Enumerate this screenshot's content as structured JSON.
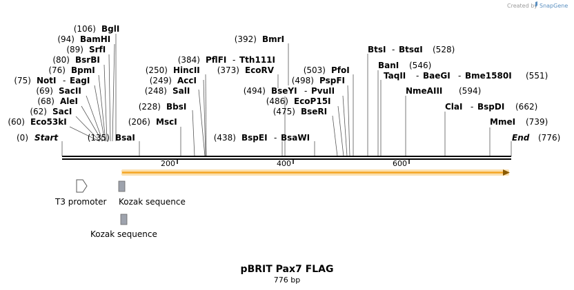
{
  "brand": {
    "created_by": "Created by",
    "name": "SnapGene"
  },
  "title": "pBRIT Pax7 FLAG",
  "subtitle": "776 bp",
  "sequence": {
    "start_label": "Start",
    "start_pos": "(0)",
    "end_label": "End",
    "end_pos": "(776)"
  },
  "ruler": [
    "200",
    "400",
    "600"
  ],
  "sites": [
    {
      "pos": "(106)",
      "names": [
        "BglI"
      ]
    },
    {
      "pos": "(94)",
      "names": [
        "BamHI"
      ]
    },
    {
      "pos": "(89)",
      "names": [
        "SrfI"
      ]
    },
    {
      "pos": "(80)",
      "names": [
        "BsrBI"
      ]
    },
    {
      "pos": "(76)",
      "names": [
        "BpmI"
      ]
    },
    {
      "pos": "(75)",
      "names": [
        "NotI",
        "EagI"
      ]
    },
    {
      "pos": "(69)",
      "names": [
        "SacII"
      ]
    },
    {
      "pos": "(68)",
      "names": [
        "AleI"
      ]
    },
    {
      "pos": "(62)",
      "names": [
        "SacI"
      ]
    },
    {
      "pos": "(60)",
      "names": [
        "Eco53kI"
      ]
    },
    {
      "pos": "(135)",
      "names": [
        "BsaI"
      ]
    },
    {
      "pos": "(384)",
      "names": [
        "PflFI",
        "Tth111I"
      ]
    },
    {
      "pos": "(250)",
      "names": [
        "HincII"
      ]
    },
    {
      "pos": "(249)",
      "names": [
        "AccI"
      ]
    },
    {
      "pos": "(248)",
      "names": [
        "SalI"
      ]
    },
    {
      "pos": "(228)",
      "names": [
        "BbsI"
      ]
    },
    {
      "pos": "(206)",
      "names": [
        "MscI"
      ]
    },
    {
      "pos": "(392)",
      "names": [
        "BmrI"
      ]
    },
    {
      "pos": "(373)",
      "names": [
        "EcoRV"
      ]
    },
    {
      "pos": "(503)",
      "names": [
        "PfoI"
      ]
    },
    {
      "pos": "(498)",
      "names": [
        "PspFI"
      ]
    },
    {
      "pos": "(494)",
      "names": [
        "BseYI",
        "PvuII"
      ]
    },
    {
      "pos": "(486)",
      "names": [
        "EcoP15I"
      ]
    },
    {
      "pos": "(475)",
      "names": [
        "BseRI"
      ]
    },
    {
      "pos": "(438)",
      "names": [
        "BspEI",
        "BsaWI"
      ]
    },
    {
      "pos": "(528)",
      "names": [
        "BtsI",
        "BtsαI"
      ]
    },
    {
      "pos": "(546)",
      "names": [
        "BanI"
      ]
    },
    {
      "pos": "(551)",
      "names": [
        "TaqII",
        "BaeGI",
        "Bme1580I"
      ]
    },
    {
      "pos": "(594)",
      "names": [
        "NmeAIII"
      ]
    },
    {
      "pos": "(662)",
      "names": [
        "ClaI",
        "BspDI"
      ]
    },
    {
      "pos": "(739)",
      "names": [
        "MmeI"
      ]
    }
  ],
  "features": [
    {
      "label": "T3 promoter",
      "type": "promoter"
    },
    {
      "label": "Kozak sequence",
      "type": "misc"
    },
    {
      "label": "Kozak sequence",
      "type": "misc"
    }
  ],
  "colors": {
    "orf": "#f5a623",
    "orf_halo": "#fbe0b0",
    "kozak": "#9ea3ad"
  }
}
